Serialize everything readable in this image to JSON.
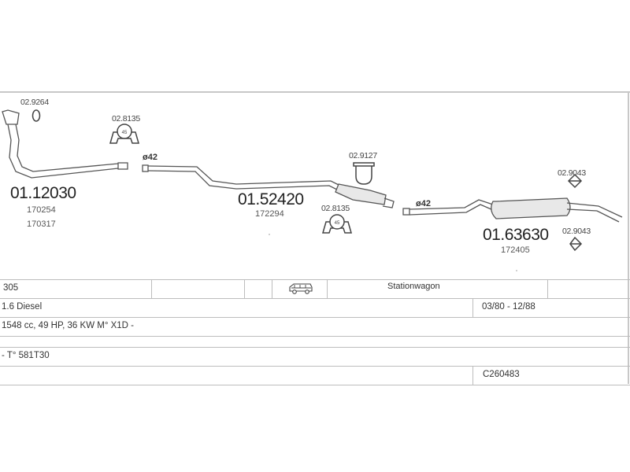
{
  "parts": {
    "p1": {
      "number": "01.12030",
      "refs": [
        "170254",
        "170317"
      ]
    },
    "p2": {
      "number": "01.52420",
      "refs": [
        "172294"
      ]
    },
    "p3": {
      "number": "01.63630",
      "refs": [
        "172405"
      ]
    },
    "clamp_top_left": "02.9264",
    "hanger_left": "02.8135",
    "hanger_mid": "02.8135",
    "clamp_mid": "02.9127",
    "clamp_right_top": "02.9043",
    "clamp_right_bottom": "02.9043"
  },
  "diameters": {
    "d1": "ø42",
    "d2": "ø42"
  },
  "vehicle": {
    "model": "305",
    "body": "Stationwagon",
    "engine": "1.6 Diesel",
    "years": "03/80 - 12/88",
    "specs": "1548 cc, 49 HP, 36 KW M° X1D -",
    "type_code": "- T° 581T30",
    "catalog": "C260483"
  },
  "icons": {
    "vehicle": "station-wagon-icon",
    "hanger": "rubber-hanger-icon",
    "clamp": "clamp-icon",
    "gasket": "gasket-ring-icon"
  }
}
